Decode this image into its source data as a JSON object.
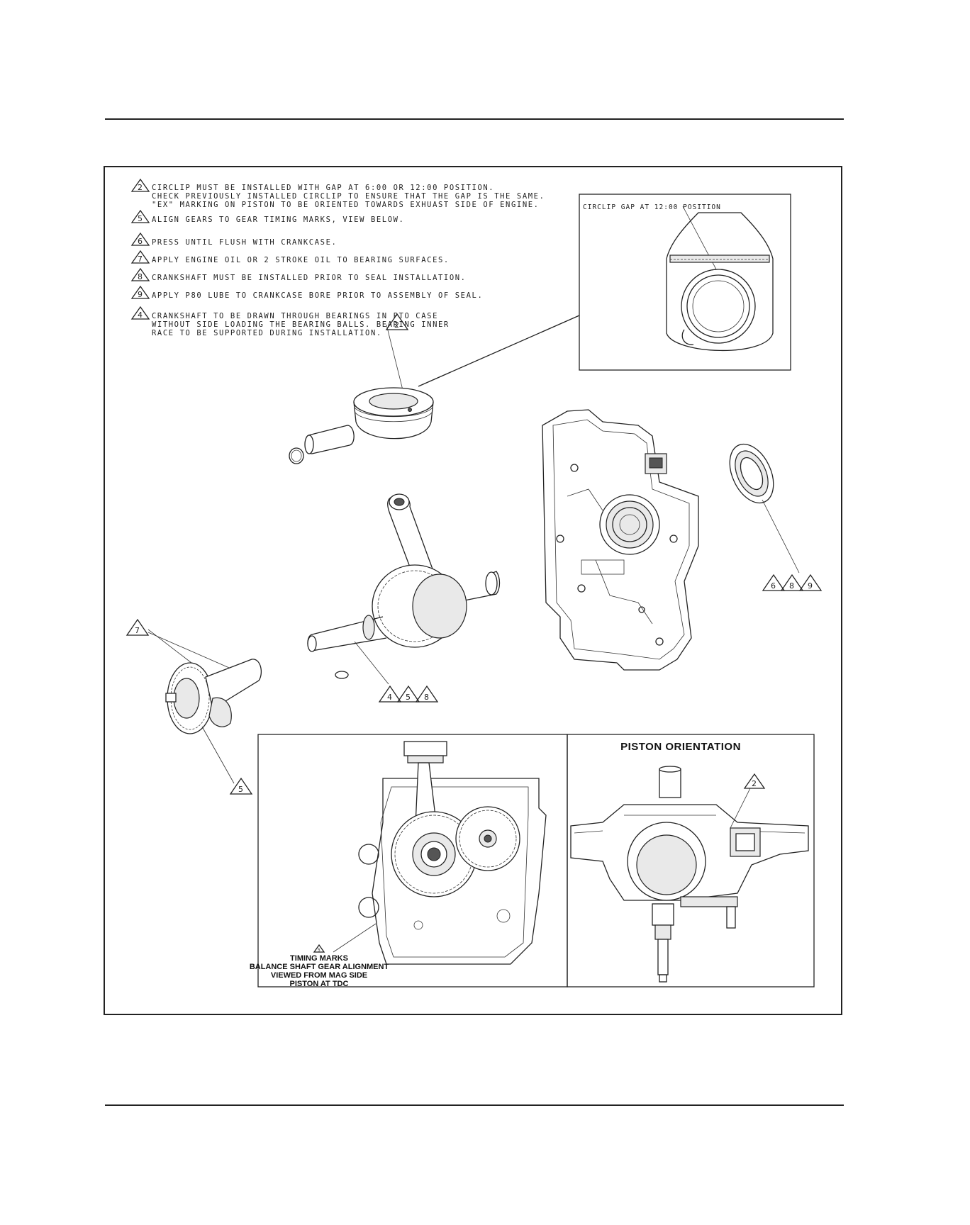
{
  "notes": [
    {
      "num": "2",
      "lines": [
        "CIRCLIP MUST BE INSTALLED WITH GAP AT 6:00 OR 12:00 POSITION.",
        "CHECK PREVIOUSLY INSTALLED CIRCLIP TO ENSURE THAT THE GAP IS THE SAME.",
        "\"EX\" MARKING ON PISTON TO BE ORIENTED TOWARDS EXHUAST SIDE OF ENGINE."
      ]
    },
    {
      "num": "5",
      "lines": [
        "ALIGN GEARS TO GEAR TIMING MARKS, VIEW BELOW."
      ]
    },
    {
      "num": "6",
      "lines": [
        "PRESS UNTIL FLUSH WITH CRANKCASE."
      ]
    },
    {
      "num": "7",
      "lines": [
        "APPLY ENGINE OIL OR 2 STROKE OIL TO BEARING SURFACES."
      ]
    },
    {
      "num": "8",
      "lines": [
        "CRANKSHAFT MUST BE INSTALLED PRIOR TO SEAL INSTALLATION."
      ]
    },
    {
      "num": "9",
      "lines": [
        "APPLY P80 LUBE TO CRANKCASE BORE PRIOR TO ASSEMBLY OF SEAL."
      ]
    },
    {
      "num": "4",
      "lines": [
        "CRANKSHAFT TO BE DRAWN THROUGH BEARINGS IN PTO CASE",
        "WITHOUT SIDE LOADING THE BEARING BALLS. BEARING INNER",
        "RACE TO BE SUPPORTED DURING INSTALLATION."
      ]
    }
  ],
  "detail_inset": {
    "label": "CIRCLIP GAP AT 12:00 POSITION"
  },
  "callouts": {
    "piston": "2",
    "seal": [
      "6",
      "8",
      "9"
    ],
    "balance_shaft_upper": "7",
    "crankshaft": [
      "4",
      "5",
      "8"
    ],
    "balance_shaft_lower": "5",
    "orientation": "2",
    "timing": "5"
  },
  "timing_view": {
    "caption": [
      "TIMING MARKS",
      "BALANCE SHAFT GEAR ALIGNMENT",
      "VIEWED FROM MAG SIDE",
      "PISTON AT TDC"
    ]
  },
  "orientation_view": {
    "title": "PISTON ORIENTATION"
  }
}
